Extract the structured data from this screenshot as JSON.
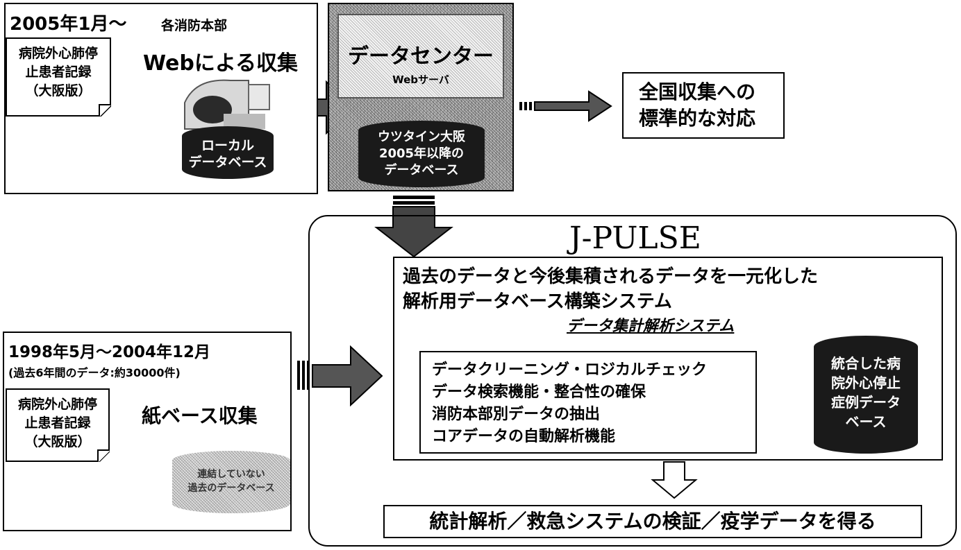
{
  "top_left": {
    "date": "2005年1月～",
    "org": "各消防本部",
    "form": [
      "病院外心肺停",
      "止患者記録",
      "（大阪版）"
    ],
    "method": "Webによる収集",
    "local_db": [
      "ローカル",
      "データベース"
    ]
  },
  "datacenter": {
    "title": "データセンター",
    "subtitle": "Webサーバ",
    "db": [
      "ウツタイン大阪",
      "2005年以降の",
      "データベース"
    ]
  },
  "national": [
    "全国収集への",
    "標準的な対応"
  ],
  "bottom_left": {
    "date": "1998年5月～2004年12月",
    "note": "(過去6年間のデータ:約30000件)",
    "form": [
      "病院外心肺停",
      "止患者記録",
      "（大阪版）"
    ],
    "method": "紙ベース収集",
    "paper_db": [
      "連結していない",
      "過去のデータベース"
    ]
  },
  "jpulse": {
    "title": "J-PULSE",
    "desc": [
      "過去のデータと今後集積されるデータを一元化した",
      "解析用データベース構築システム"
    ],
    "subsystem": "データ集計解析システム",
    "features": [
      "データクリーニング・ロジカルチェック",
      "データ検索機能・整合性の確保",
      "消防本部別データの抽出",
      "コアデータの自動解析機能"
    ],
    "integrated_db": [
      "統合した病",
      "院外心停止",
      "症例データ",
      "ベース"
    ],
    "result": "統計解析／救急システムの検証／疫学データを得る"
  }
}
